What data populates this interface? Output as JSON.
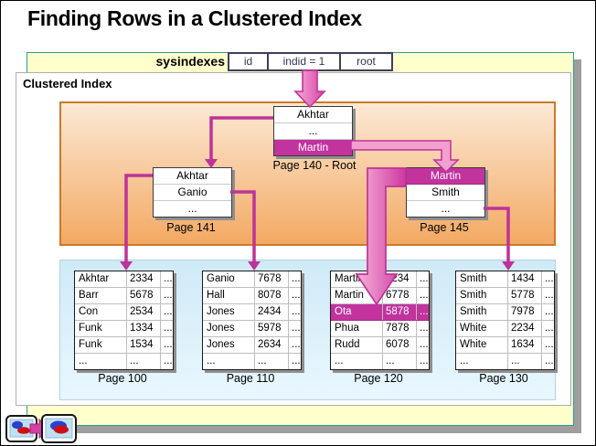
{
  "title": "Finding Rows in a Clustered Index",
  "sysindexes": {
    "label": "sysindexes",
    "cells": [
      "id",
      "indid = 1",
      "root"
    ]
  },
  "panel": {
    "label": "Clustered Index"
  },
  "index_pages": [
    {
      "caption": "Page 140 - Root",
      "rows": [
        {
          "t": "Akhtar"
        },
        {
          "t": "..."
        },
        {
          "t": "Martin",
          "hl": true
        }
      ]
    },
    {
      "caption": "Page 141",
      "rows": [
        {
          "t": "Akhtar"
        },
        {
          "t": "Ganio"
        },
        {
          "t": "..."
        }
      ]
    },
    {
      "caption": "Page 145",
      "rows": [
        {
          "t": "Martin",
          "hl": true
        },
        {
          "t": "Smith"
        },
        {
          "t": "..."
        }
      ]
    }
  ],
  "leaf_pages": [
    {
      "caption": "Page 100",
      "rows": [
        {
          "c": [
            "Akhtar",
            "2334",
            "..."
          ]
        },
        {
          "c": [
            "Barr",
            "5678",
            "..."
          ]
        },
        {
          "c": [
            "Con",
            "2534",
            "..."
          ]
        },
        {
          "c": [
            "Funk",
            "1334",
            "..."
          ]
        },
        {
          "c": [
            "Funk",
            "1534",
            "..."
          ]
        },
        {
          "c": [
            "...",
            "...",
            "..."
          ]
        }
      ]
    },
    {
      "caption": "Page 110",
      "rows": [
        {
          "c": [
            "Ganio",
            "7678",
            "..."
          ]
        },
        {
          "c": [
            "Hall",
            "8078",
            "..."
          ]
        },
        {
          "c": [
            "Jones",
            "2434",
            "..."
          ]
        },
        {
          "c": [
            "Jones",
            "5978",
            "..."
          ]
        },
        {
          "c": [
            "Jones",
            "2634",
            "..."
          ]
        },
        {
          "c": [
            "...",
            "...",
            "..."
          ]
        }
      ]
    },
    {
      "caption": "Page 120",
      "rows": [
        {
          "c": [
            "Martin",
            "1234",
            "..."
          ]
        },
        {
          "c": [
            "Martin",
            "6778",
            "..."
          ]
        },
        {
          "c": [
            "Ota",
            "5878",
            "..."
          ],
          "hl": true
        },
        {
          "c": [
            "Phua",
            "7878",
            "..."
          ]
        },
        {
          "c": [
            "Rudd",
            "6078",
            "..."
          ]
        },
        {
          "c": [
            "...",
            "...",
            "..."
          ]
        }
      ]
    },
    {
      "caption": "Page 130",
      "rows": [
        {
          "c": [
            "Smith",
            "1434",
            "..."
          ]
        },
        {
          "c": [
            "Smith",
            "5778",
            "..."
          ]
        },
        {
          "c": [
            "Smith",
            "7978",
            "..."
          ]
        },
        {
          "c": [
            "White",
            "2234",
            "..."
          ]
        },
        {
          "c": [
            "White",
            "1634",
            "..."
          ]
        },
        {
          "c": [
            "...",
            "...",
            "..."
          ]
        }
      ]
    }
  ],
  "icons": {
    "animation_prev": "slide-thumbnail-icon",
    "animation_advance": "advance-arrow-icon",
    "animation_next": "slide-thumbnail-icon"
  },
  "colors": {
    "highlight_magenta": "#C2339E",
    "arrow_magenta": "#BE3398",
    "arrow_pink_fill": "#F2A0CF",
    "slide_yellow": "#FFFFCC",
    "slide_border_teal": "#2E9C9C",
    "index_band_orange_border": "#CC7A29",
    "leaf_band_blue": "#CFEAF7"
  }
}
